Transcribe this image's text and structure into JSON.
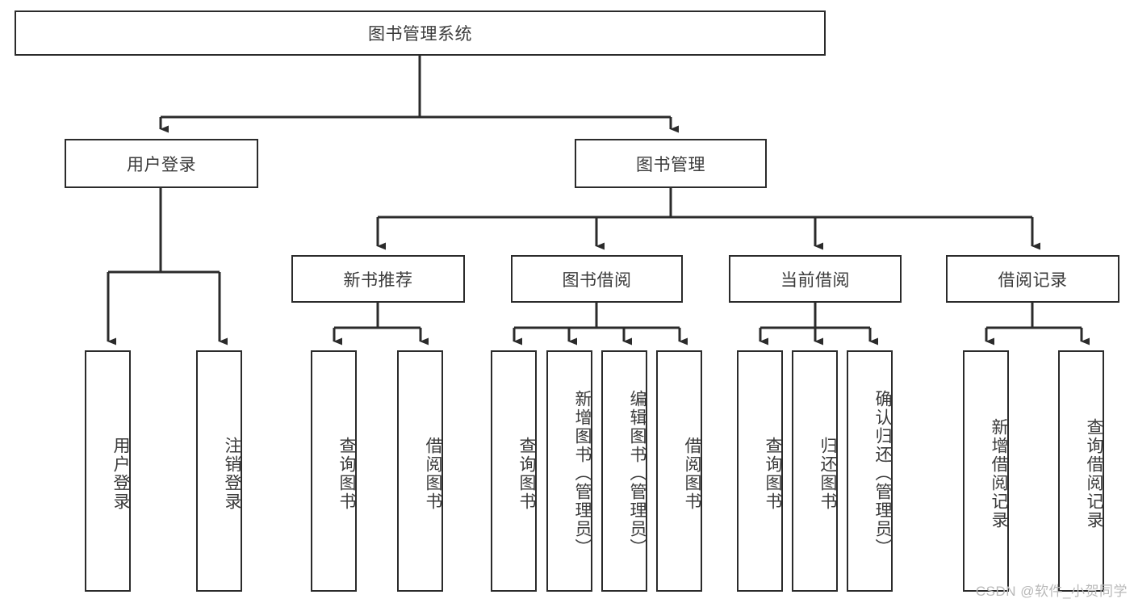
{
  "diagram": {
    "type": "tree",
    "title": "图书管理系统",
    "root": {
      "label": "图书管理系统"
    },
    "level1": [
      {
        "label": "用户登录"
      },
      {
        "label": "图书管理"
      }
    ],
    "level2": [
      {
        "label": "新书推荐"
      },
      {
        "label": "图书借阅"
      },
      {
        "label": "当前借阅"
      },
      {
        "label": "借阅记录"
      }
    ],
    "leaves": {
      "user_login": [
        {
          "label": "用户登录"
        },
        {
          "label": "注销登录"
        }
      ],
      "new_book_recommend": [
        {
          "label": "查询图书"
        },
        {
          "label": "借阅图书"
        }
      ],
      "book_borrow": [
        {
          "label": "查询图书"
        },
        {
          "label": "新增图书（管理员）"
        },
        {
          "label": "编辑图书（管理员）"
        },
        {
          "label": "借阅图书"
        }
      ],
      "current_borrow": [
        {
          "label": "查询图书"
        },
        {
          "label": "归还图书"
        },
        {
          "label": "确认归还（管理员）"
        }
      ],
      "borrow_record": [
        {
          "label": "新增借阅记录"
        },
        {
          "label": "查询借阅记录"
        }
      ]
    }
  },
  "watermark": {
    "text": "CSDN @软件_小贺同学"
  },
  "colors": {
    "border": "#2b2b2b",
    "text": "#3a3a3a",
    "background": "#ffffff",
    "watermark": "#b9b9b9"
  }
}
